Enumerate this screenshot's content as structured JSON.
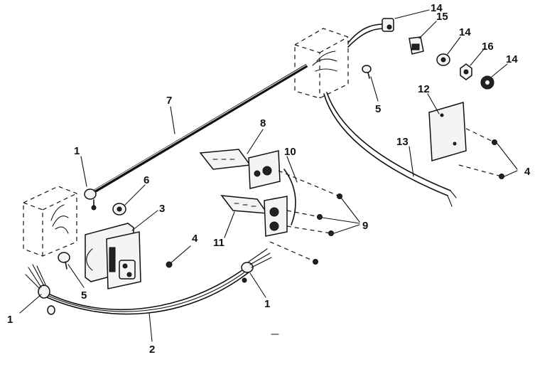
{
  "labels": {
    "p1": "1",
    "p2": "2",
    "p3": "3",
    "p4": "4",
    "p5": "5",
    "p6": "6",
    "p7": "7",
    "p8": "8",
    "p9": "9",
    "p10": "10",
    "p11": "11",
    "p12": "12",
    "p13": "13",
    "p14": "14",
    "p15": "15",
    "p16": "16"
  }
}
